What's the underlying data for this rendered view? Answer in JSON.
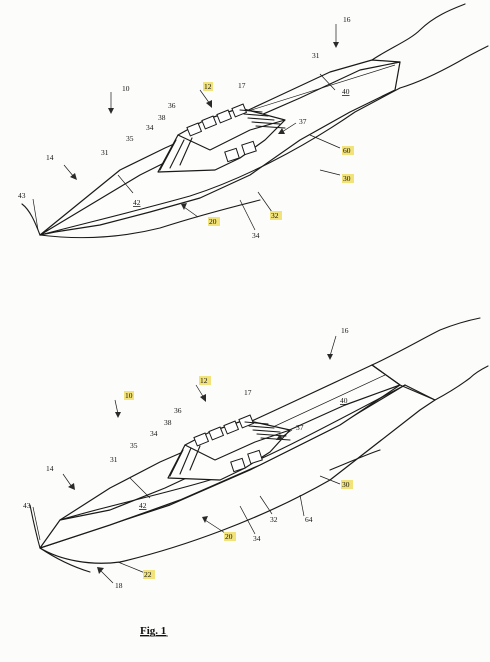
{
  "figure": {
    "caption": "Fig. 1"
  },
  "top_view": {
    "labels": {
      "l16": "16",
      "l31b": "31",
      "l40": "40",
      "l10": "10",
      "l12": "12",
      "l17": "17",
      "l36": "36",
      "l38": "38",
      "l37": "37",
      "l34a": "34",
      "l35": "35",
      "l60": "60",
      "l14": "14",
      "l31a": "31",
      "l30": "30",
      "l43": "43",
      "l42": "42",
      "l20": "20",
      "l32": "32",
      "l34b": "34"
    },
    "highlighted": [
      "12",
      "60",
      "30",
      "20",
      "32"
    ]
  },
  "bottom_view": {
    "labels": {
      "l16": "16",
      "l12": "12",
      "l10": "10",
      "l17": "17",
      "l40": "40",
      "l36": "36",
      "l38": "38",
      "l34a": "34",
      "l37": "37",
      "l35": "35",
      "l31": "31",
      "l14": "14",
      "l30": "30",
      "l43": "43",
      "l42": "42",
      "l32": "32",
      "l64": "64",
      "l34b": "34",
      "l20": "20",
      "l22": "22",
      "l18": "18"
    },
    "highlighted": [
      "12",
      "10",
      "30",
      "20",
      "22"
    ]
  }
}
